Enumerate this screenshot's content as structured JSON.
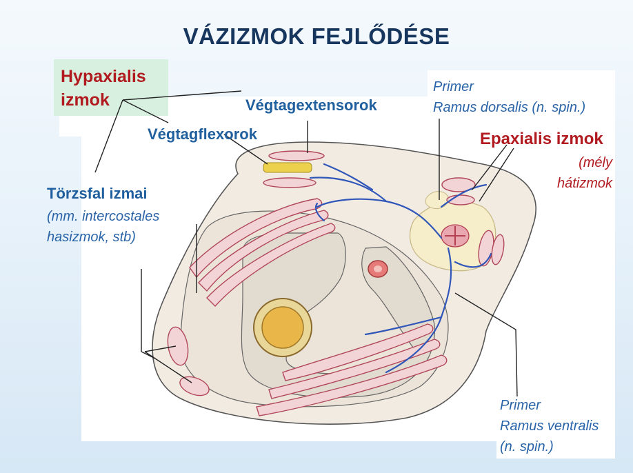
{
  "title": "VÁZIZMOK FEJLŐDÉSE",
  "labels": {
    "hypaxialis_line1": "Hypaxialis",
    "hypaxialis_line2": "izmok",
    "vegtagextensorok": "Végtagextensorok",
    "vegtagflexorok": "Végtagflexorok",
    "torzsfal_title": "Törzsfal izmai",
    "torzsfal_line1": "(mm. intercostales",
    "torzsfal_line2": "hasizmok, stb)",
    "primer_dorsalis_line1": "Primer",
    "primer_dorsalis_line2": "Ramus dorsalis (n. spin.)",
    "epaxialis": "Epaxialis izmok",
    "epaxialis_sub1": "(mély",
    "epaxialis_sub2": "hátizmok",
    "primer_ventralis_line1": "Primer",
    "primer_ventralis_line2": "Ramus ventralis",
    "primer_ventralis_line3": "(n. spin.)"
  },
  "colors": {
    "title": "#17365d",
    "red_label": "#b11a1f",
    "blue_label": "#1f5f9e",
    "italic_label": "#2964a8",
    "muscle_fill": "#f3d4d6",
    "muscle_stroke": "#b0475a",
    "nerve": "#2f56b8",
    "notochord": "#e9b64a",
    "cord": "#f6eecb"
  }
}
